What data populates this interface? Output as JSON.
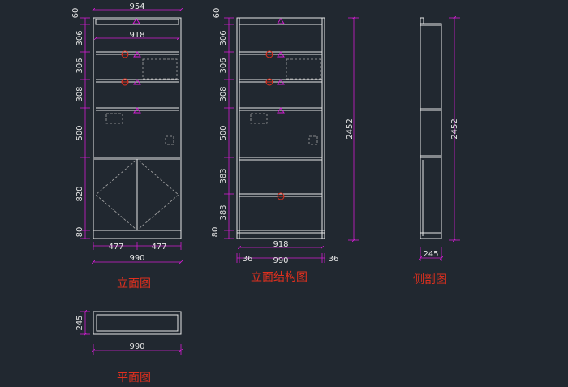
{
  "colors": {
    "background": "#212830",
    "outline": "#e8e8e8",
    "dimension": "#d21cd2",
    "hidden": "#a8a8a8",
    "marker": "#e0301e",
    "title": "#e0301e"
  },
  "front_view": {
    "title": "立面图",
    "dims": {
      "top_width": "954",
      "inner_width": "918",
      "h1": "60",
      "h2": "306",
      "h3": "306",
      "h4": "308",
      "h5": "500",
      "h6": "820",
      "h7": "80",
      "door_left": "477",
      "door_right": "477",
      "total_width": "990"
    }
  },
  "structure_view": {
    "title": "立面结构图",
    "dims": {
      "h1": "60",
      "h2": "306",
      "h3": "306",
      "h4": "308",
      "h5": "500",
      "h6": "383",
      "h7": "383",
      "h8": "80",
      "height": "2452",
      "inner_width": "918",
      "left_side": "36",
      "total_width": "990",
      "right_side": "36"
    }
  },
  "side_view": {
    "title": "侧剖图",
    "dims": {
      "height": "2452",
      "depth": "245"
    }
  },
  "plan_view": {
    "title": "平面图",
    "dims": {
      "depth": "245",
      "width": "990"
    }
  }
}
